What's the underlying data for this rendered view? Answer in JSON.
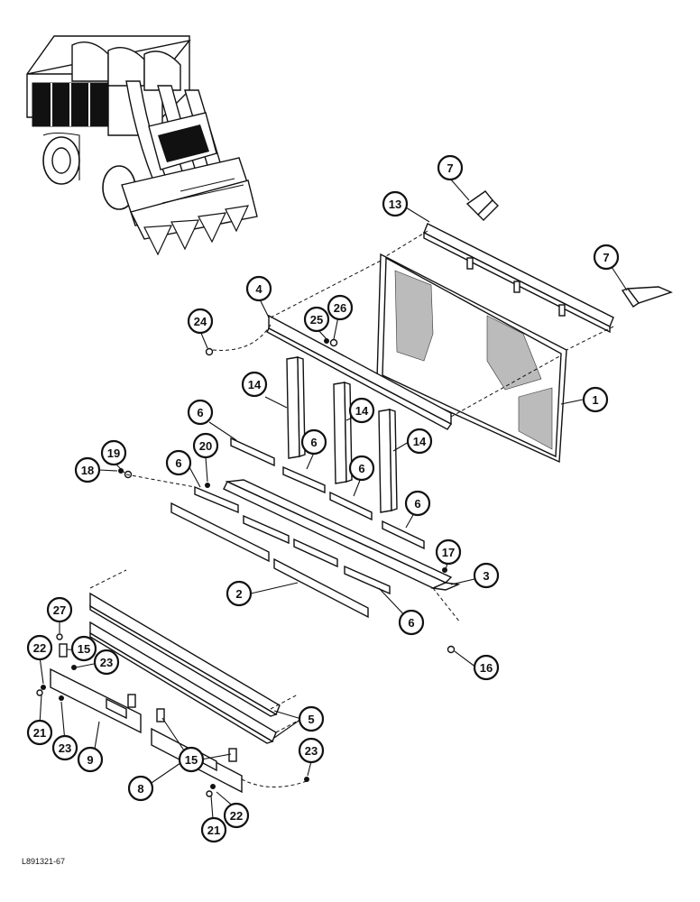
{
  "drawing_number": "L891321-67",
  "machine_illustration": "cotton-picker",
  "callouts": [
    {
      "id": "c1",
      "label": "1"
    },
    {
      "id": "c2",
      "label": "2"
    },
    {
      "id": "c3",
      "label": "3"
    },
    {
      "id": "c4",
      "label": "4"
    },
    {
      "id": "c5",
      "label": "5"
    },
    {
      "id": "c6a",
      "label": "6"
    },
    {
      "id": "c6b",
      "label": "6"
    },
    {
      "id": "c6c",
      "label": "6"
    },
    {
      "id": "c6d",
      "label": "6"
    },
    {
      "id": "c6e",
      "label": "6"
    },
    {
      "id": "c6f",
      "label": "6"
    },
    {
      "id": "c7a",
      "label": "7"
    },
    {
      "id": "c7b",
      "label": "7"
    },
    {
      "id": "c8",
      "label": "8"
    },
    {
      "id": "c9",
      "label": "9"
    },
    {
      "id": "c13",
      "label": "13"
    },
    {
      "id": "c14a",
      "label": "14"
    },
    {
      "id": "c14b",
      "label": "14"
    },
    {
      "id": "c14c",
      "label": "14"
    },
    {
      "id": "c15a",
      "label": "15"
    },
    {
      "id": "c15b",
      "label": "15"
    },
    {
      "id": "c16",
      "label": "16"
    },
    {
      "id": "c17",
      "label": "17"
    },
    {
      "id": "c18",
      "label": "18"
    },
    {
      "id": "c19",
      "label": "19"
    },
    {
      "id": "c20",
      "label": "20"
    },
    {
      "id": "c21a",
      "label": "21"
    },
    {
      "id": "c21b",
      "label": "21"
    },
    {
      "id": "c22a",
      "label": "22"
    },
    {
      "id": "c22b",
      "label": "22"
    },
    {
      "id": "c23a",
      "label": "23"
    },
    {
      "id": "c23b",
      "label": "23"
    },
    {
      "id": "c23c",
      "label": "23"
    },
    {
      "id": "c24",
      "label": "24"
    },
    {
      "id": "c25",
      "label": "25"
    },
    {
      "id": "c26",
      "label": "26"
    },
    {
      "id": "c27",
      "label": "27"
    }
  ]
}
